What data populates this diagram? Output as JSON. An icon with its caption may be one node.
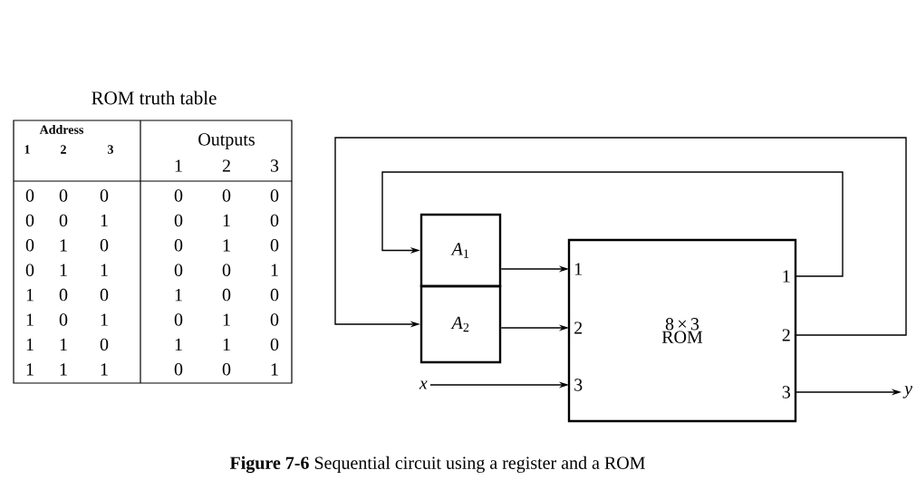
{
  "diagram": {
    "caption": "**Figure 7-6** Sequential circuit using a register and a ROM",
    "nodes": [
      {
        "text": [
          "*A*$_{1}$"
        ]
      },
      {
        "text": [
          "*A*$_{2}$"
        ]
      },
      {
        "text": [
          "8 × 3 ROM"
        ]
      },
      {
        "text": [
          "1"
        ],
        "in": 2
      },
      {
        "text": [
          "2"
        ],
        "in": 2
      },
      {
        "text": [
          "3"
        ],
        "in": 2
      },
      {
        "text": [
          "1"
        ],
        "in": 2
      },
      {
        "text": [
          "2"
        ],
        "in": 2
      },
      {
        "text": [
          "3"
        ],
        "in": 2
      },
      {
        "text": [
          "x"
        ]
      },
      {
        "text": [
          "y"
        ]
      }
    ],
    "edges": [
      {
        "from": 0,
        "to": 3,
        "arrow": "to"
      },
      {
        "from": 1,
        "to": 4,
        "arrow": "to"
      },
      {
        "from": 9,
        "to": 5,
        "arrow": "to"
      },
      {
        "from": 8,
        "to": 10,
        "arrow": "to"
      },
      {
        "from": 6,
        "to": 0,
        "arrow": "to"
      },
      {
        "from": 7,
        "to": 1,
        "arrow": "to"
      }
    ],
    "labels": [
      "ROM truth table",
      "Address",
      "1",
      "2",
      "3",
      "Outputs",
      "1",
      "2",
      "3",
      "0",
      "0",
      "0",
      "0",
      "0",
      "0",
      "0",
      "0",
      "1",
      "0",
      "1",
      "0",
      "0",
      "1",
      "0",
      "0",
      "1",
      "0",
      "0",
      "1",
      "1",
      "0",
      "0",
      "1",
      "1",
      "0",
      "0",
      "1",
      "0",
      "0",
      "1",
      "0",
      "1",
      "0",
      "1",
      "0",
      "1",
      "1",
      "0",
      "1",
      "1",
      "0",
      "1",
      "1",
      "1",
      "0",
      "0",
      "1"
    ]
  }
}
